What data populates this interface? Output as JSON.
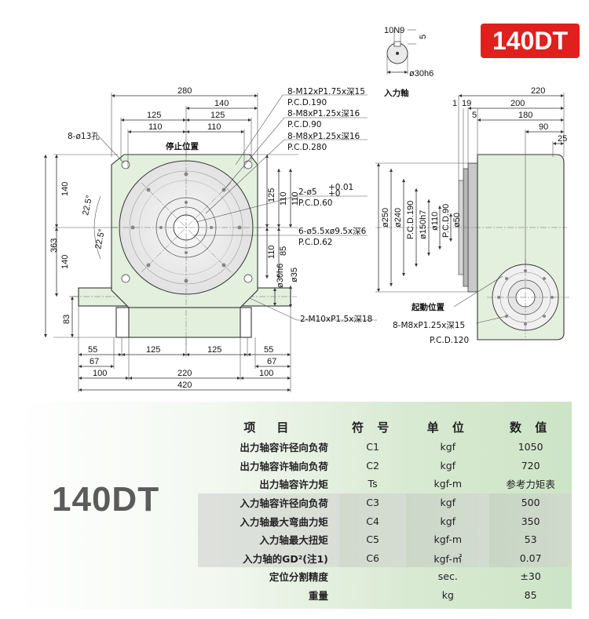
{
  "badge": "140DT",
  "model_label": "140DT",
  "top_shaft": {
    "keyway": "10N9",
    "key_depth": "5",
    "diameter": "ø30h6",
    "caption": "入力軸"
  },
  "front": {
    "dims_top": [
      "280",
      "140",
      "125",
      "125",
      "110",
      "110"
    ],
    "holes": "8-ø13孔",
    "stop_pos": "停止位置",
    "left_dims": [
      "140",
      "140",
      "363",
      "83"
    ],
    "angles": [
      "22.5°",
      "22.5°"
    ],
    "vert_dims": [
      "125",
      "110",
      "110",
      "85",
      "110"
    ],
    "shaft_dims": [
      "ø30h6",
      "ø35"
    ],
    "callouts": [
      "8-M12xP1.75x深15",
      "P.C.D.190",
      "8-M8xP1.25x深16",
      "P.C.D.90",
      "8-M8xP1.25x深16",
      "P.C.D.280",
      "2-ø5",
      "+0.01",
      "+0",
      "P.C.D.60",
      "6-ø5.5xø9.5x深6",
      "P.C.D.62",
      "2-M10xP1.5x深18"
    ],
    "dims_bottom": [
      "55",
      "67",
      "100",
      "125",
      "125",
      "220",
      "420",
      "55",
      "67",
      "100"
    ]
  },
  "side": {
    "dims_top": [
      "220",
      "200",
      "180",
      "90",
      "25",
      "1",
      "19",
      "5"
    ],
    "vert_dims": [
      "ø250",
      "ø240",
      "P.C.D.190",
      "ø150h7",
      "ø110",
      "P.C.D.90",
      "ø50"
    ],
    "start_pos": "起動位置",
    "callouts": [
      "8-M8xP1.25x深15",
      "P.C.D.120"
    ]
  },
  "table": {
    "headers": [
      "项　目",
      "符 号",
      "单 位",
      "数 值"
    ],
    "rows": [
      {
        "item": "出力轴容许径向负荷",
        "sym": "C1",
        "unit": "kgf",
        "val": "1050",
        "grey": false
      },
      {
        "item": "出力轴容许轴向负荷",
        "sym": "C2",
        "unit": "kgf",
        "val": "720",
        "grey": false
      },
      {
        "item": "出力轴容许力矩",
        "sym": "Ts",
        "unit": "kgf-m",
        "val": "参考力矩表",
        "grey": false
      },
      {
        "item": "入力轴容许径向负荷",
        "sym": "C3",
        "unit": "kgf",
        "val": "500",
        "grey": true
      },
      {
        "item": "入力轴最大弯曲力矩",
        "sym": "C4",
        "unit": "kgf",
        "val": "350",
        "grey": true
      },
      {
        "item": "入力轴最大扭矩",
        "sym": "C5",
        "unit": "kgf-m",
        "val": "53",
        "grey": true
      },
      {
        "item": "入力轴的GD²(注1)",
        "sym": "C6",
        "unit": "kgf-㎡",
        "val": "0.07",
        "grey": true
      },
      {
        "item": "定位分割精度",
        "sym": "",
        "unit": "sec.",
        "val": "±30",
        "grey": false
      },
      {
        "item": "重量",
        "sym": "",
        "unit": "kg",
        "val": "85",
        "grey": false
      }
    ]
  },
  "colors": {
    "badge": "#e0201c",
    "body": "#e3f0de",
    "panel": "#cde4c6"
  }
}
